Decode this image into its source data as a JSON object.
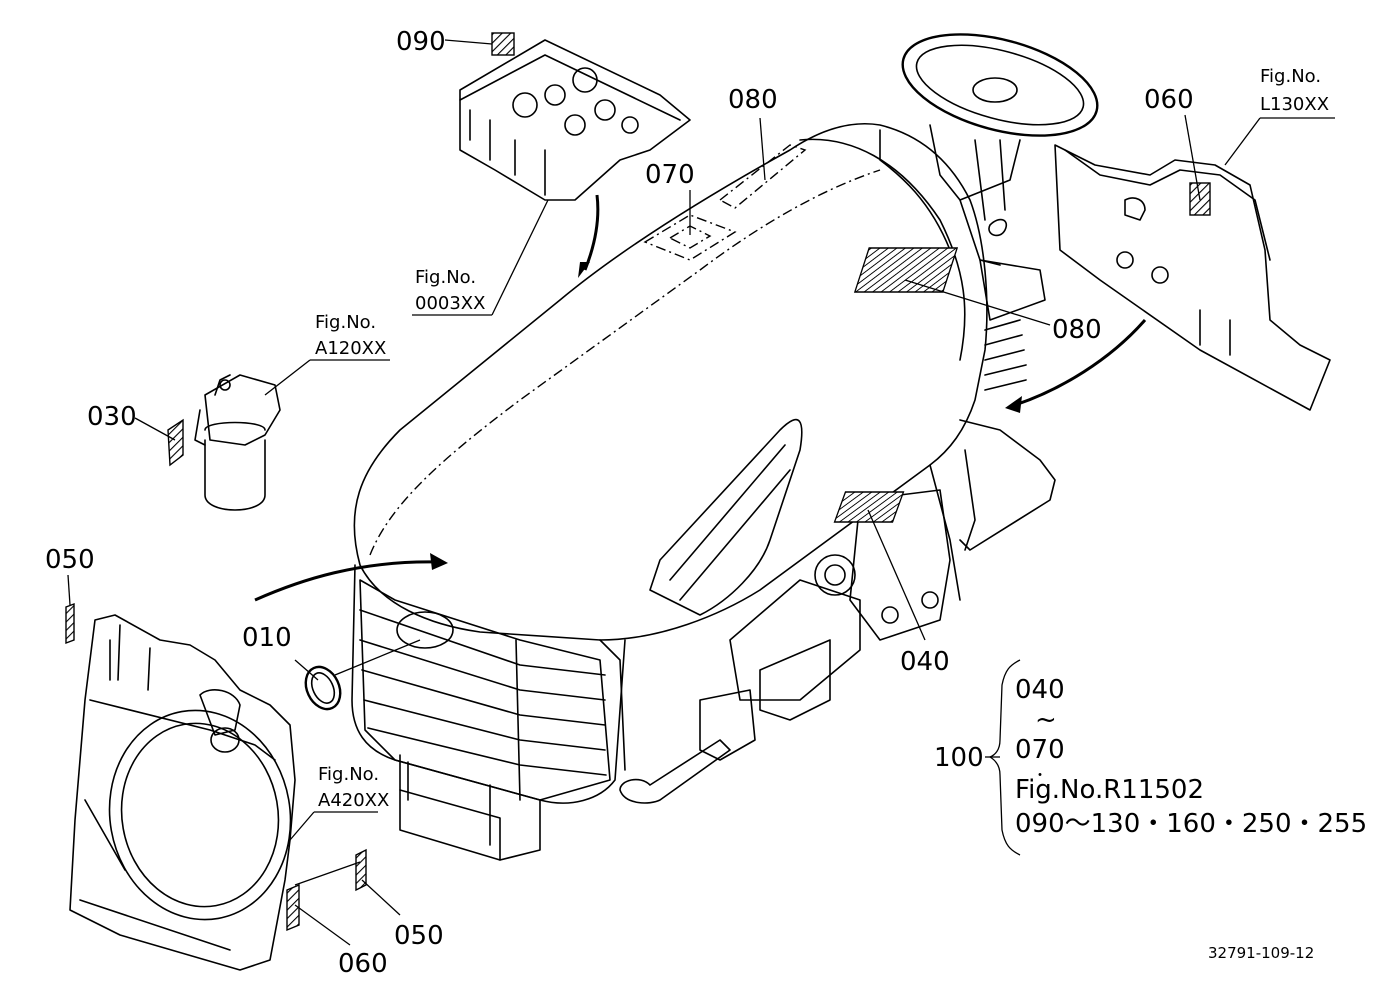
{
  "callouts": {
    "c090": "090",
    "c080_top": "080",
    "c070": "070",
    "c060_right": "060",
    "c080_right": "080",
    "c030": "030",
    "c050_left": "050",
    "c010": "010",
    "c040": "040",
    "c050_bottom": "050",
    "c060_bottom": "060",
    "c100": "100"
  },
  "fig_refs": {
    "engine_head": {
      "label": "Fig.No.",
      "code": "0003XX"
    },
    "filter": {
      "label": "Fig.No.",
      "code": "A120XX"
    },
    "side_panel": {
      "label": "Fig.No.",
      "code": "L130XX"
    },
    "front_shroud": {
      "label": "Fig.No.",
      "code": "A420XX"
    }
  },
  "bracket_note": {
    "line1": "040",
    "tilde": "~",
    "line2": "070",
    "dot": "・",
    "line3": "Fig.No.R11502",
    "line4": "090～130・160・250・255"
  },
  "catalog_number": "32791-109-12"
}
